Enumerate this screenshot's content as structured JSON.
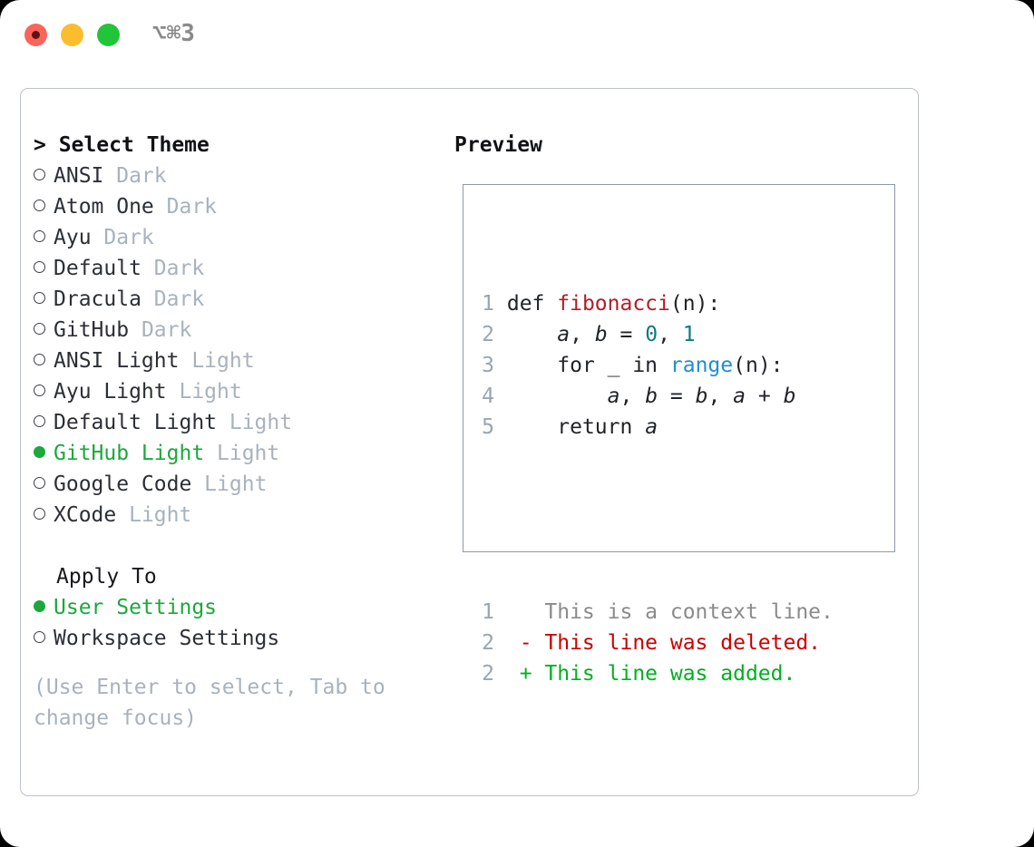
{
  "titlebar": {
    "shortcut": "⌥⌘3",
    "dots": [
      "close-red",
      "minimize-amber",
      "zoom-green"
    ]
  },
  "colors": {
    "accent_green": "#1ba83c",
    "muted": "#a8b2be",
    "text": "#2b2f36",
    "border": "#b9c2cc",
    "preview_border": "#8e9aa8",
    "lineno": "#9aa5b1",
    "func": "#b31d28",
    "number": "#0d7c7c",
    "builtin": "#1f8fd0",
    "diff_add": "#00b020",
    "diff_del": "#cc0000",
    "diff_ctx": "#8b8b8b"
  },
  "theme_list": {
    "prompt": "> ",
    "heading": "Select Theme",
    "items": [
      {
        "name": "ANSI",
        "variant": "Dark",
        "selected": false
      },
      {
        "name": "Atom One",
        "variant": "Dark",
        "selected": false
      },
      {
        "name": "Ayu",
        "variant": "Dark",
        "selected": false
      },
      {
        "name": "Default",
        "variant": "Dark",
        "selected": false
      },
      {
        "name": "Dracula",
        "variant": "Dark",
        "selected": false
      },
      {
        "name": "GitHub",
        "variant": "Dark",
        "selected": false
      },
      {
        "name": "ANSI Light",
        "variant": "Light",
        "selected": false
      },
      {
        "name": "Ayu Light",
        "variant": "Light",
        "selected": false
      },
      {
        "name": "Default Light",
        "variant": "Light",
        "selected": false
      },
      {
        "name": "GitHub Light",
        "variant": "Light",
        "selected": true
      },
      {
        "name": "Google Code",
        "variant": "Light",
        "selected": false
      },
      {
        "name": "XCode",
        "variant": "Light",
        "selected": false
      }
    ]
  },
  "apply_to": {
    "heading": "Apply To",
    "options": [
      {
        "label": "User Settings",
        "selected": true
      },
      {
        "label": "Workspace Settings",
        "selected": false
      }
    ]
  },
  "hint": "(Use Enter to select, Tab to change focus)",
  "preview": {
    "title": "Preview",
    "code_lines": [
      {
        "no": "1",
        "tokens": [
          {
            "t": "def ",
            "c": "plain"
          },
          {
            "t": "fibonacci",
            "c": "func"
          },
          {
            "t": "(n):",
            "c": "plain"
          }
        ]
      },
      {
        "no": "2",
        "tokens": [
          {
            "t": "    ",
            "c": "plain"
          },
          {
            "t": "a",
            "c": "var"
          },
          {
            "t": ", ",
            "c": "plain"
          },
          {
            "t": "b",
            "c": "var"
          },
          {
            "t": " = ",
            "c": "plain"
          },
          {
            "t": "0",
            "c": "num"
          },
          {
            "t": ", ",
            "c": "plain"
          },
          {
            "t": "1",
            "c": "num"
          }
        ]
      },
      {
        "no": "3",
        "tokens": [
          {
            "t": "    for _ in ",
            "c": "plain"
          },
          {
            "t": "range",
            "c": "builtin"
          },
          {
            "t": "(n):",
            "c": "plain"
          }
        ]
      },
      {
        "no": "4",
        "tokens": [
          {
            "t": "        ",
            "c": "plain"
          },
          {
            "t": "a",
            "c": "var"
          },
          {
            "t": ", ",
            "c": "plain"
          },
          {
            "t": "b",
            "c": "var"
          },
          {
            "t": " = ",
            "c": "plain"
          },
          {
            "t": "b",
            "c": "var"
          },
          {
            "t": ", ",
            "c": "plain"
          },
          {
            "t": "a",
            "c": "var"
          },
          {
            "t": " + ",
            "c": "plain"
          },
          {
            "t": "b",
            "c": "var"
          }
        ]
      },
      {
        "no": "5",
        "tokens": [
          {
            "t": "    return ",
            "c": "plain"
          },
          {
            "t": "a",
            "c": "var"
          }
        ]
      }
    ],
    "diff_lines": [
      {
        "no": "1",
        "marker": "  ",
        "text": "This is a context line.",
        "kind": "ctx"
      },
      {
        "no": "2",
        "marker": "- ",
        "text": "This line was deleted.",
        "kind": "del"
      },
      {
        "no": "2",
        "marker": "+ ",
        "text": "This line was added.",
        "kind": "add"
      }
    ]
  }
}
